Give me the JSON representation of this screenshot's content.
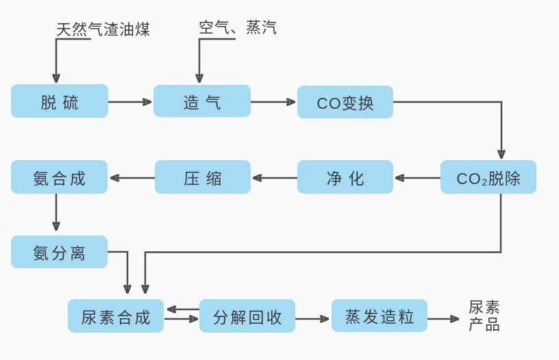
{
  "diagram": {
    "type": "flowchart",
    "subject": "urea-production-process",
    "nodes": [
      {
        "id": "desulfurization",
        "label": "脱硫"
      },
      {
        "id": "gasification",
        "label": "造气"
      },
      {
        "id": "co-shift",
        "label": "CO变换"
      },
      {
        "id": "ammonia-synthesis",
        "label": "氨合成"
      },
      {
        "id": "compression",
        "label": "压缩"
      },
      {
        "id": "purification",
        "label": "净化"
      },
      {
        "id": "co2-removal",
        "label": "CO₂脱除"
      },
      {
        "id": "ammonia-separation",
        "label": "氨分离"
      },
      {
        "id": "urea-synthesis",
        "label": "尿素合成"
      },
      {
        "id": "decomposition-recovery",
        "label": "分解回收"
      },
      {
        "id": "evaporation-granulation",
        "label": "蒸发造粒"
      }
    ],
    "inputs": [
      {
        "id": "feedstock",
        "label": "天然气渣油煤"
      },
      {
        "id": "air-steam",
        "label": "空气、蒸汽"
      }
    ],
    "output": {
      "id": "urea-product",
      "line1": "尿素",
      "line2": "产品"
    },
    "edges": [
      {
        "from": "feedstock",
        "to": "desulfurization"
      },
      {
        "from": "air-steam",
        "to": "gasification"
      },
      {
        "from": "desulfurization",
        "to": "gasification"
      },
      {
        "from": "gasification",
        "to": "co-shift"
      },
      {
        "from": "co-shift",
        "to": "co2-removal"
      },
      {
        "from": "co2-removal",
        "to": "purification"
      },
      {
        "from": "purification",
        "to": "compression"
      },
      {
        "from": "compression",
        "to": "ammonia-synthesis"
      },
      {
        "from": "ammonia-synthesis",
        "to": "ammonia-separation"
      },
      {
        "from": "ammonia-separation",
        "to": "urea-synthesis"
      },
      {
        "from": "co2-removal",
        "to": "urea-synthesis"
      },
      {
        "from": "decomposition-recovery",
        "to": "urea-synthesis"
      },
      {
        "from": "urea-synthesis",
        "to": "decomposition-recovery"
      },
      {
        "from": "decomposition-recovery",
        "to": "evaporation-granulation"
      },
      {
        "from": "evaporation-granulation",
        "to": "urea-product"
      }
    ],
    "colors": {
      "node_fill": "#a6dcf3",
      "edge": "#4a4a50",
      "text": "#3b3b42",
      "background": "#fbfafa"
    }
  }
}
